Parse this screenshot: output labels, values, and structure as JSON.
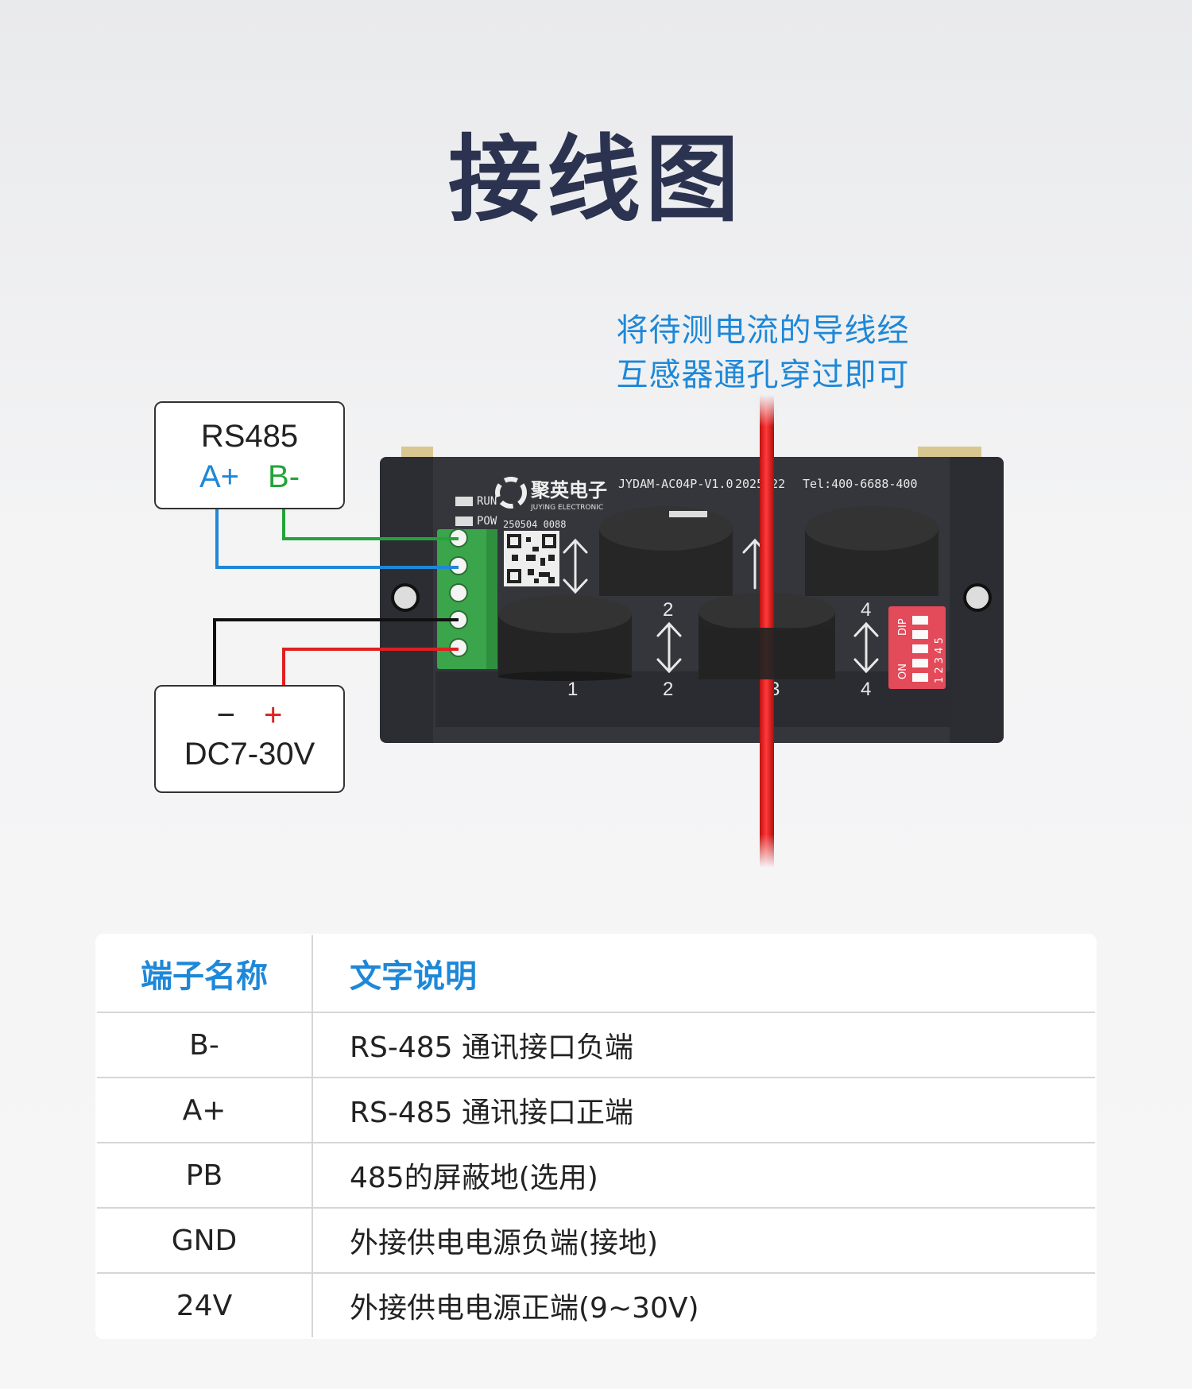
{
  "title": "接线图",
  "note": {
    "line1": "将待测电流的导线经",
    "line2": "互感器通孔穿过即可"
  },
  "rs485_box": {
    "label": "RS485",
    "a": "A+",
    "b": "B-"
  },
  "dc_box": {
    "minus": "−",
    "plus": "+",
    "label": "DC7-30V"
  },
  "board": {
    "brand_cn": "聚英电子",
    "brand_en": "JUYING ELECTRONIC",
    "model": "JYDAM-AC04P-V1.0",
    "date": "2025 22",
    "tel": "Tel:400-6688-400",
    "run": "RUN",
    "pow": "POW",
    "serial": "250504 0088",
    "dip_label": "DIP",
    "on_label": "ON",
    "dip_numbers": "1 2 3 4 5",
    "ct_labels": [
      "1",
      "2",
      "3",
      "4"
    ],
    "ct_top_labels": [
      "2",
      "4"
    ]
  },
  "colors": {
    "blue": "#1e88d8",
    "green": "#22a43a",
    "red": "#e02020",
    "title": "#2c3350",
    "terminal_green": "#3aa54a",
    "dip_red": "#e34a5a"
  },
  "table": {
    "headers": [
      "端子名称",
      "文字说明"
    ],
    "rows": [
      {
        "name": "B-",
        "desc": "RS-485 通讯接口负端"
      },
      {
        "name": "A+",
        "desc": "RS-485 通讯接口正端"
      },
      {
        "name": "PB",
        "desc": "485的屏蔽地(选用)"
      },
      {
        "name": "GND",
        "desc": "外接供电电源负端(接地)"
      },
      {
        "name": "24V",
        "desc": "外接供电电源正端(9~30V)"
      }
    ]
  }
}
